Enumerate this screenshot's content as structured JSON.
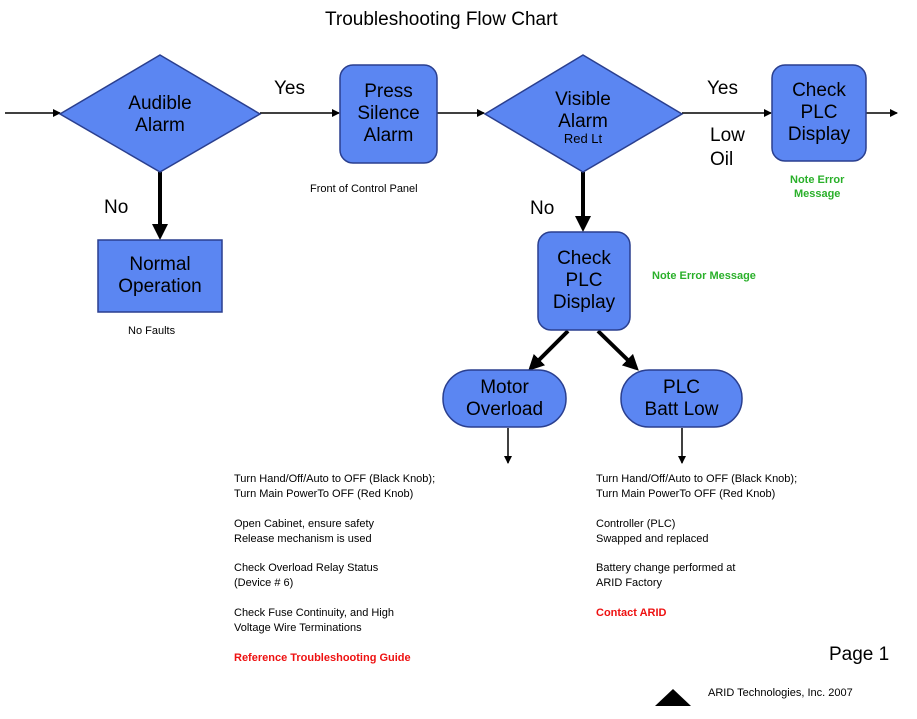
{
  "title": "Troubleshooting Flow Chart",
  "nodes": {
    "audible": [
      "Audible",
      "Alarm"
    ],
    "normal": [
      "Normal",
      "Operation"
    ],
    "press": [
      "Press",
      "Silence",
      "Alarm"
    ],
    "visible": [
      "Visible",
      "Alarm",
      "Red Lt"
    ],
    "plc_top": [
      "Check",
      "PLC",
      "Display"
    ],
    "plc_mid": [
      "Check",
      "PLC",
      "Display"
    ],
    "motor": [
      "Motor",
      "Overload"
    ],
    "batt": [
      "PLC",
      "Batt Low"
    ]
  },
  "edges": {
    "yes1": "Yes",
    "no1": "No",
    "yes2": "Yes",
    "low_oil": [
      "Low",
      "Oil"
    ],
    "no2": "No"
  },
  "notes": {
    "no_faults": "No Faults",
    "front_panel": "Front of Control Panel",
    "note_error_top": [
      "Note Error",
      "Message"
    ],
    "note_error_mid": "Note Error Message"
  },
  "motor_steps": [
    [
      "Turn Hand/Off/Auto  to OFF (Black Knob);",
      "Turn Main PowerTo  OFF (Red Knob)"
    ],
    [
      "Open Cabinet, ensure safety",
      "Release mechanism  is used"
    ],
    [
      "Check Overload Relay Status",
      "(Device # 6)"
    ],
    [
      "Check Fuse Continuity, and High",
      "Voltage  Wire Terminations"
    ]
  ],
  "motor_ref": "Reference  Troubleshooting Guide",
  "batt_steps": [
    [
      "Turn Hand/Off/Auto  to OFF (Black Knob);",
      "Turn Main PowerTo  OFF (Red Knob)"
    ],
    [
      "Controller (PLC)",
      "Swapped and replaced"
    ],
    [
      "Battery change performed at",
      "ARID Factory"
    ]
  ],
  "batt_contact": "Contact ARID",
  "page_label": "Page 1",
  "company": "ARID Technologies,  Inc. 2007",
  "colors": {
    "node_fill": "#5b86f2",
    "node_stroke": "#2a3f8f",
    "note_green": "#2ab02a",
    "note_red": "#ee1111"
  }
}
